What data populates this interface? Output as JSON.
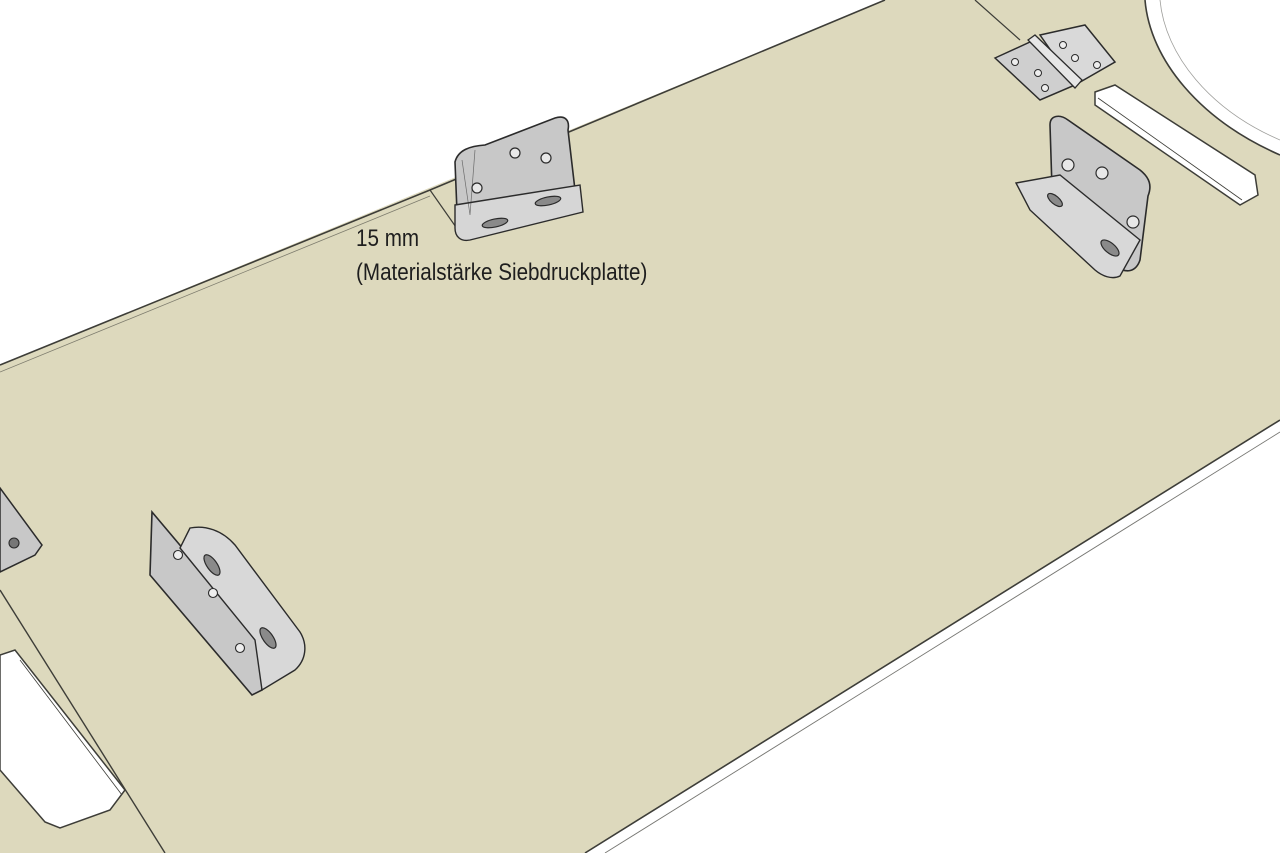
{
  "annotation": {
    "thickness": "15 mm",
    "material_note": "(Materialstärke Siebdruckplatte)"
  },
  "colors": {
    "board_fill": "#ddd9bd",
    "board_edge": "#4a4a44",
    "bracket_fill": "#c8c8c8",
    "bracket_light": "#e4e4e4",
    "hinge_fill": "#cfcfcf",
    "background": "#ffffff"
  },
  "components": [
    {
      "name": "bracket-top-center",
      "type": "angle-bracket"
    },
    {
      "name": "bracket-top-right",
      "type": "angle-bracket"
    },
    {
      "name": "bracket-bottom-left",
      "type": "angle-bracket"
    },
    {
      "name": "bracket-left-edge",
      "type": "angle-bracket"
    },
    {
      "name": "hinge-top-right",
      "type": "hinge"
    }
  ]
}
